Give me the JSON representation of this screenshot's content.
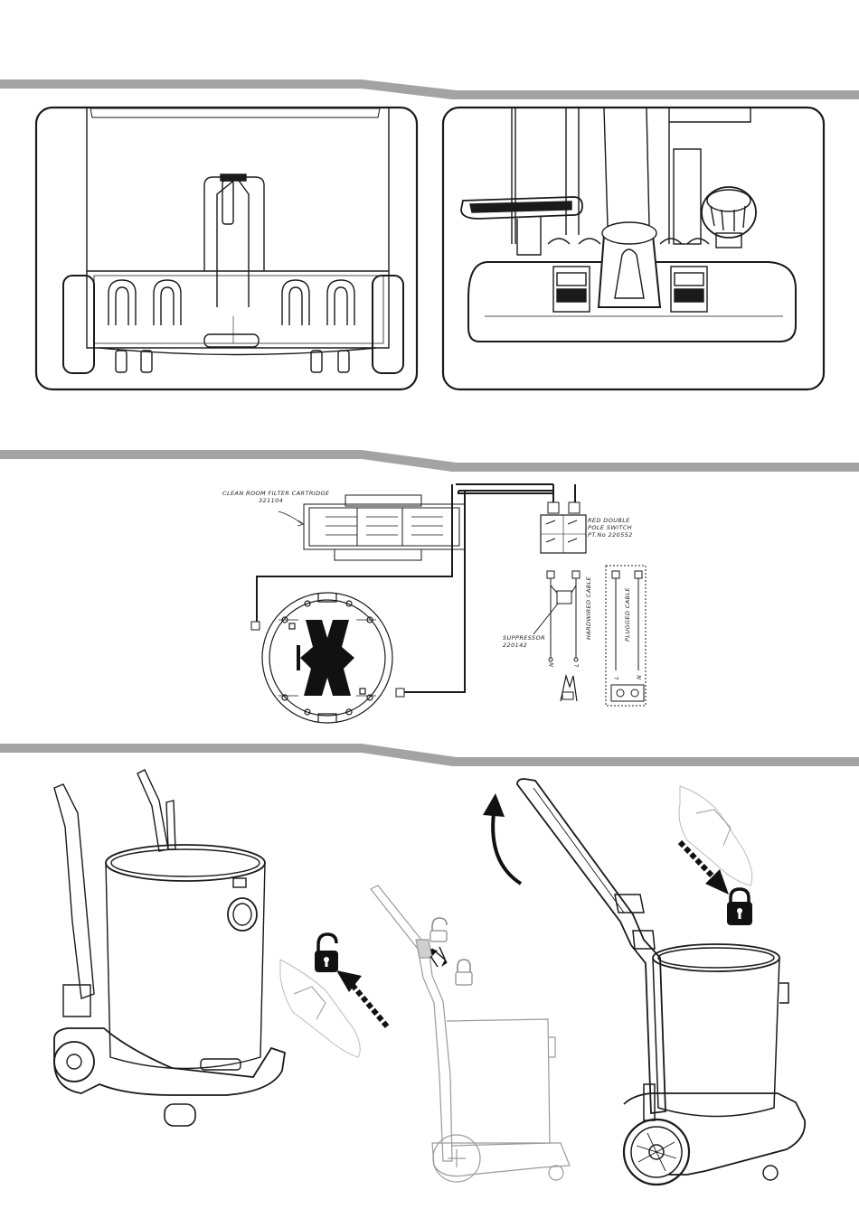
{
  "colors": {
    "band": "#a3a3a3",
    "line": "#1a1a1a",
    "fill": "#111111"
  },
  "wiring": {
    "filter_title": "CLEAN  ROOM  FILTER  CARTRIDGE",
    "filter_part": "321104",
    "switch_line1": "RED  DOUBLE",
    "switch_line2": "POLE  SWITCH",
    "switch_line3": "PT.No  220552",
    "suppressor_label": "SUPPRESSOR",
    "suppressor_part": "220142",
    "hardwired_label": "HARDWIRED  CABLE",
    "plugged_label": "PLUGGED  CABLE",
    "n_label": "N",
    "l_label": "L"
  },
  "icons": [
    "padlock-open-icon",
    "padlock-closed-icon",
    "curved-arrow-icon",
    "dashed-arrow-icon"
  ]
}
